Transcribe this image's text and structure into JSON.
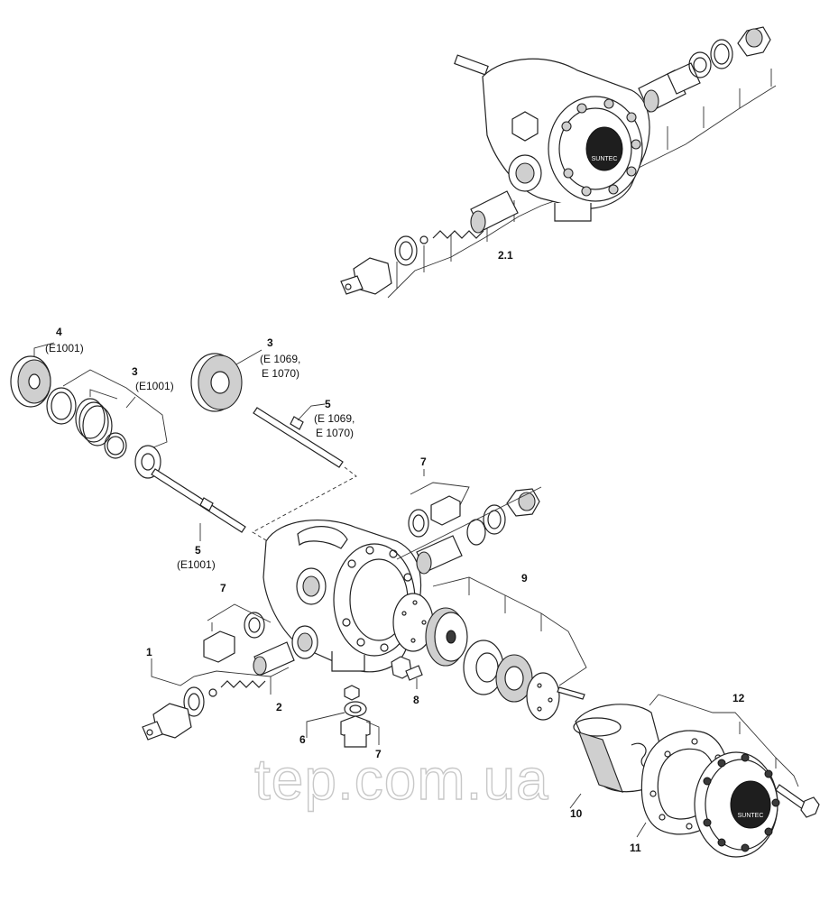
{
  "labels": {
    "l2_1": "2.1",
    "l4": "4",
    "l4_sub": "(E1001)",
    "l3a": "3",
    "l3a_sub": "(E1001)",
    "l3b": "3",
    "l3b_sub1": "(E 1069,",
    "l3b_sub2": "E 1070)",
    "l5a": "5",
    "l5a_sub1": "(E 1069,",
    "l5a_sub2": "E 1070)",
    "l5b": "5",
    "l5b_sub": "(E1001)",
    "l7a": "7",
    "l7b": "7",
    "l7c": "7",
    "l1": "1",
    "l2": "2",
    "l6": "6",
    "l8": "8",
    "l9": "9",
    "l10": "10",
    "l11": "11",
    "l12": "12"
  },
  "watermark": "tep.com.ua",
  "logo_text": "SUNTEC",
  "colors": {
    "ink": "#222222",
    "shade": "#cfcfcf",
    "watermark": "#c8c8c8"
  }
}
